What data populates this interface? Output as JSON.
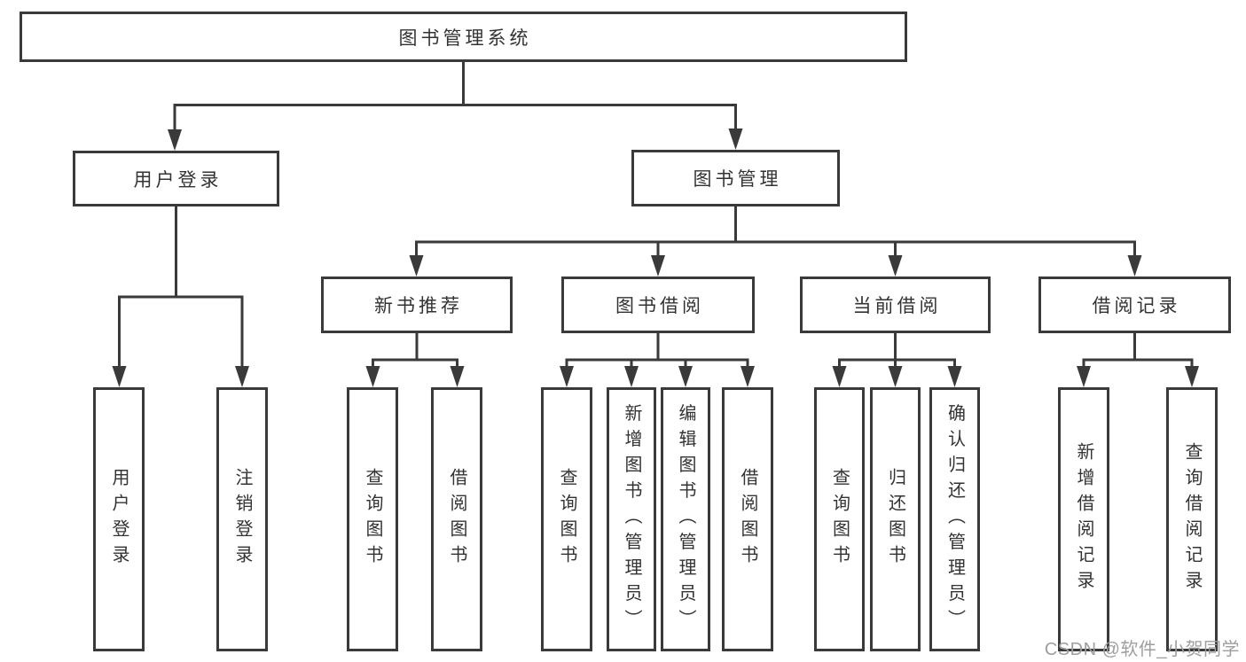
{
  "diagram": {
    "root": {
      "label": "图书管理系统"
    },
    "level2": [
      {
        "id": "user-login",
        "label": "用户登录"
      },
      {
        "id": "book-management",
        "label": "图书管理"
      }
    ],
    "level3": [
      {
        "id": "new-book-recommend",
        "label": "新书推荐"
      },
      {
        "id": "book-borrowing",
        "label": "图书借阅"
      },
      {
        "id": "current-borrowing",
        "label": "当前借阅"
      },
      {
        "id": "borrowing-records",
        "label": "借阅记录"
      }
    ],
    "leaves": [
      {
        "parent": "user-login",
        "label": "用户登录"
      },
      {
        "parent": "user-login",
        "label": "注销登录"
      },
      {
        "parent": "new-book-recommend",
        "label": "查询图书"
      },
      {
        "parent": "new-book-recommend",
        "label": "借阅图书"
      },
      {
        "parent": "book-borrowing",
        "label": "查询图书"
      },
      {
        "parent": "book-borrowing",
        "label": "新增图书（管理员）"
      },
      {
        "parent": "book-borrowing",
        "label": "编辑图书（管理员）"
      },
      {
        "parent": "book-borrowing",
        "label": "借阅图书"
      },
      {
        "parent": "current-borrowing",
        "label": "查询图书"
      },
      {
        "parent": "current-borrowing",
        "label": "归还图书"
      },
      {
        "parent": "current-borrowing",
        "label": "确认归还（管理员）"
      },
      {
        "parent": "borrowing-records",
        "label": "新增借阅记录"
      },
      {
        "parent": "borrowing-records",
        "label": "查询借阅记录"
      }
    ]
  },
  "watermark": {
    "text": "CSDN @软件_小贺同学"
  },
  "colors": {
    "line": "#3a3a3a",
    "text": "#333333",
    "watermark": "#9e9e9e",
    "bg": "#ffffff"
  }
}
